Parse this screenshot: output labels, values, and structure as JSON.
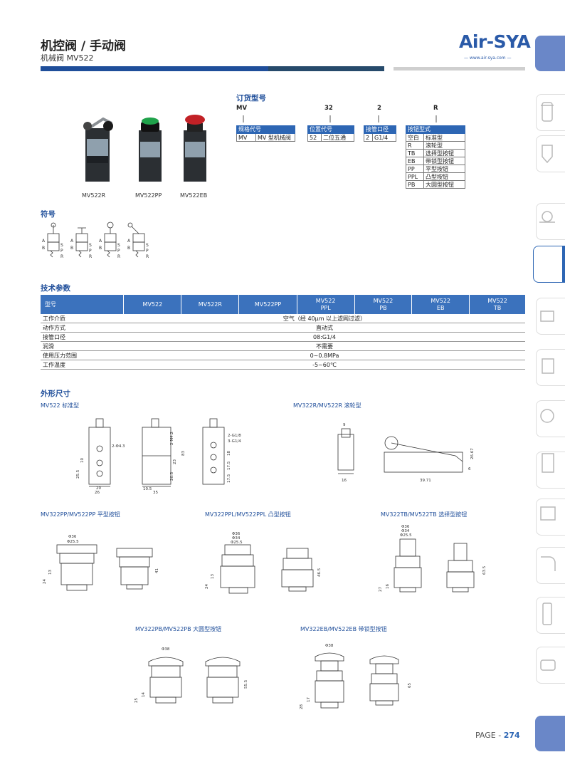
{
  "header": {
    "title": "机控阀 / 手动阀",
    "subtitle": "机械阀 MV522",
    "logo": "Air-SYA",
    "logo_url": "— www.air-sya.com —"
  },
  "product_photos": [
    {
      "label": "MV522R"
    },
    {
      "label": "MV522PP"
    },
    {
      "label": "MV522EB"
    }
  ],
  "order_code": {
    "heading": "订货型号",
    "parts": [
      "MV",
      "32",
      "2",
      "R"
    ],
    "spec_code": {
      "header": "规格代号",
      "rows": [
        [
          "MV",
          "MV 型机械阀"
        ]
      ]
    },
    "position_code": {
      "header": "位置代号",
      "rows": [
        [
          "52",
          "二位五通"
        ]
      ]
    },
    "port_size": {
      "header": "接管口径",
      "rows": [
        [
          "2",
          "G1/4"
        ]
      ]
    },
    "button_type": {
      "header": "按钮型式",
      "rows": [
        [
          "空白",
          "标准型"
        ],
        [
          "R",
          "滚轮型"
        ],
        [
          "TB",
          "选择型按钮"
        ],
        [
          "EB",
          "带锁型按钮"
        ],
        [
          "PP",
          "平型按钮"
        ],
        [
          "PPL",
          "凸型按钮"
        ],
        [
          "PB",
          "大圆型按钮"
        ]
      ]
    }
  },
  "symbol_heading": "符号",
  "symbol_letters": {
    "a": "A",
    "b": "B",
    "s": "S",
    "p": "P",
    "r": "R"
  },
  "tech": {
    "heading": "技术参数",
    "col_header": "型号",
    "models": [
      "MV522",
      "MV522R",
      "MV522PP",
      "MV522\nPPL",
      "MV522\nPB",
      "MV522\nEB",
      "MV522\nTB"
    ],
    "rows": [
      {
        "label": "工作介质",
        "value": "空气（经 40μm 以上滤网过滤）"
      },
      {
        "label": "动作方式",
        "value": "直动式"
      },
      {
        "label": "接管口径",
        "value": "08:G1/4"
      },
      {
        "label": "润滑",
        "value": "不需要"
      },
      {
        "label": "使用压力范围",
        "value": "0~0.8MPa"
      },
      {
        "label": "工作温度",
        "value": "-5~60℃"
      }
    ]
  },
  "dimensions": {
    "heading": "外形尺寸",
    "std_label": "MV522 标准型",
    "roller_label": "MV322R/MV522R 滚轮型",
    "pp_label": "MV322PP/MV522PP 平型按钮",
    "ppl_label": "MV322PPL/MV522PPL 凸型按钮",
    "tb_label": "MV322TB/MV522TB 选择型按钮",
    "pb_label": "MV322PB/MV522PB 大圆型按钮",
    "eb_label": "MV322EB/MV522EB 带锁型按钮",
    "std_dims": {
      "d43": "2-Φ4.3",
      "d10": "10",
      "d255": "25.5",
      "d20": "20",
      "d26": "26",
      "d2m42": "2-M4.2",
      "d83": "83",
      "d23": "23",
      "d205": "20.5",
      "d105": "10.5",
      "d35": "35",
      "g18": "2-G1/8",
      "g14": "3-G1/4",
      "d18": "18",
      "d175": "17.5",
      "d175b": "17.5"
    },
    "roller_dims": {
      "d9": "9",
      "d16": "16",
      "d2667": "26.67",
      "d6": "6",
      "d3971": "39.71"
    },
    "pp_dims": {
      "d36": "Φ36",
      "d255": "Φ25.5",
      "d24": "24",
      "d13": "13",
      "d41": "41"
    },
    "ppl_dims": {
      "d36": "Φ36",
      "d34": "Φ34",
      "d255": "Φ25.5",
      "d24": "24",
      "d13": "13",
      "d465": "46.5"
    },
    "tb_dims": {
      "d36": "Φ36",
      "d34": "Φ34",
      "d255": "Φ25.5",
      "d27": "27",
      "d16": "16",
      "d635": "63.5"
    },
    "pb_dims": {
      "d38": "Φ38",
      "d25": "25",
      "d14": "14",
      "d555": "55.5"
    },
    "eb_dims": {
      "d38": "Φ38",
      "d28": "28",
      "d17": "17",
      "d65": "65"
    }
  },
  "footer": {
    "page_prefix": "PAGE - ",
    "page_number": "274"
  },
  "colors": {
    "primary": "#2d66b4",
    "header_bar": "#1f4e9a",
    "tab": "#6a87c8"
  }
}
